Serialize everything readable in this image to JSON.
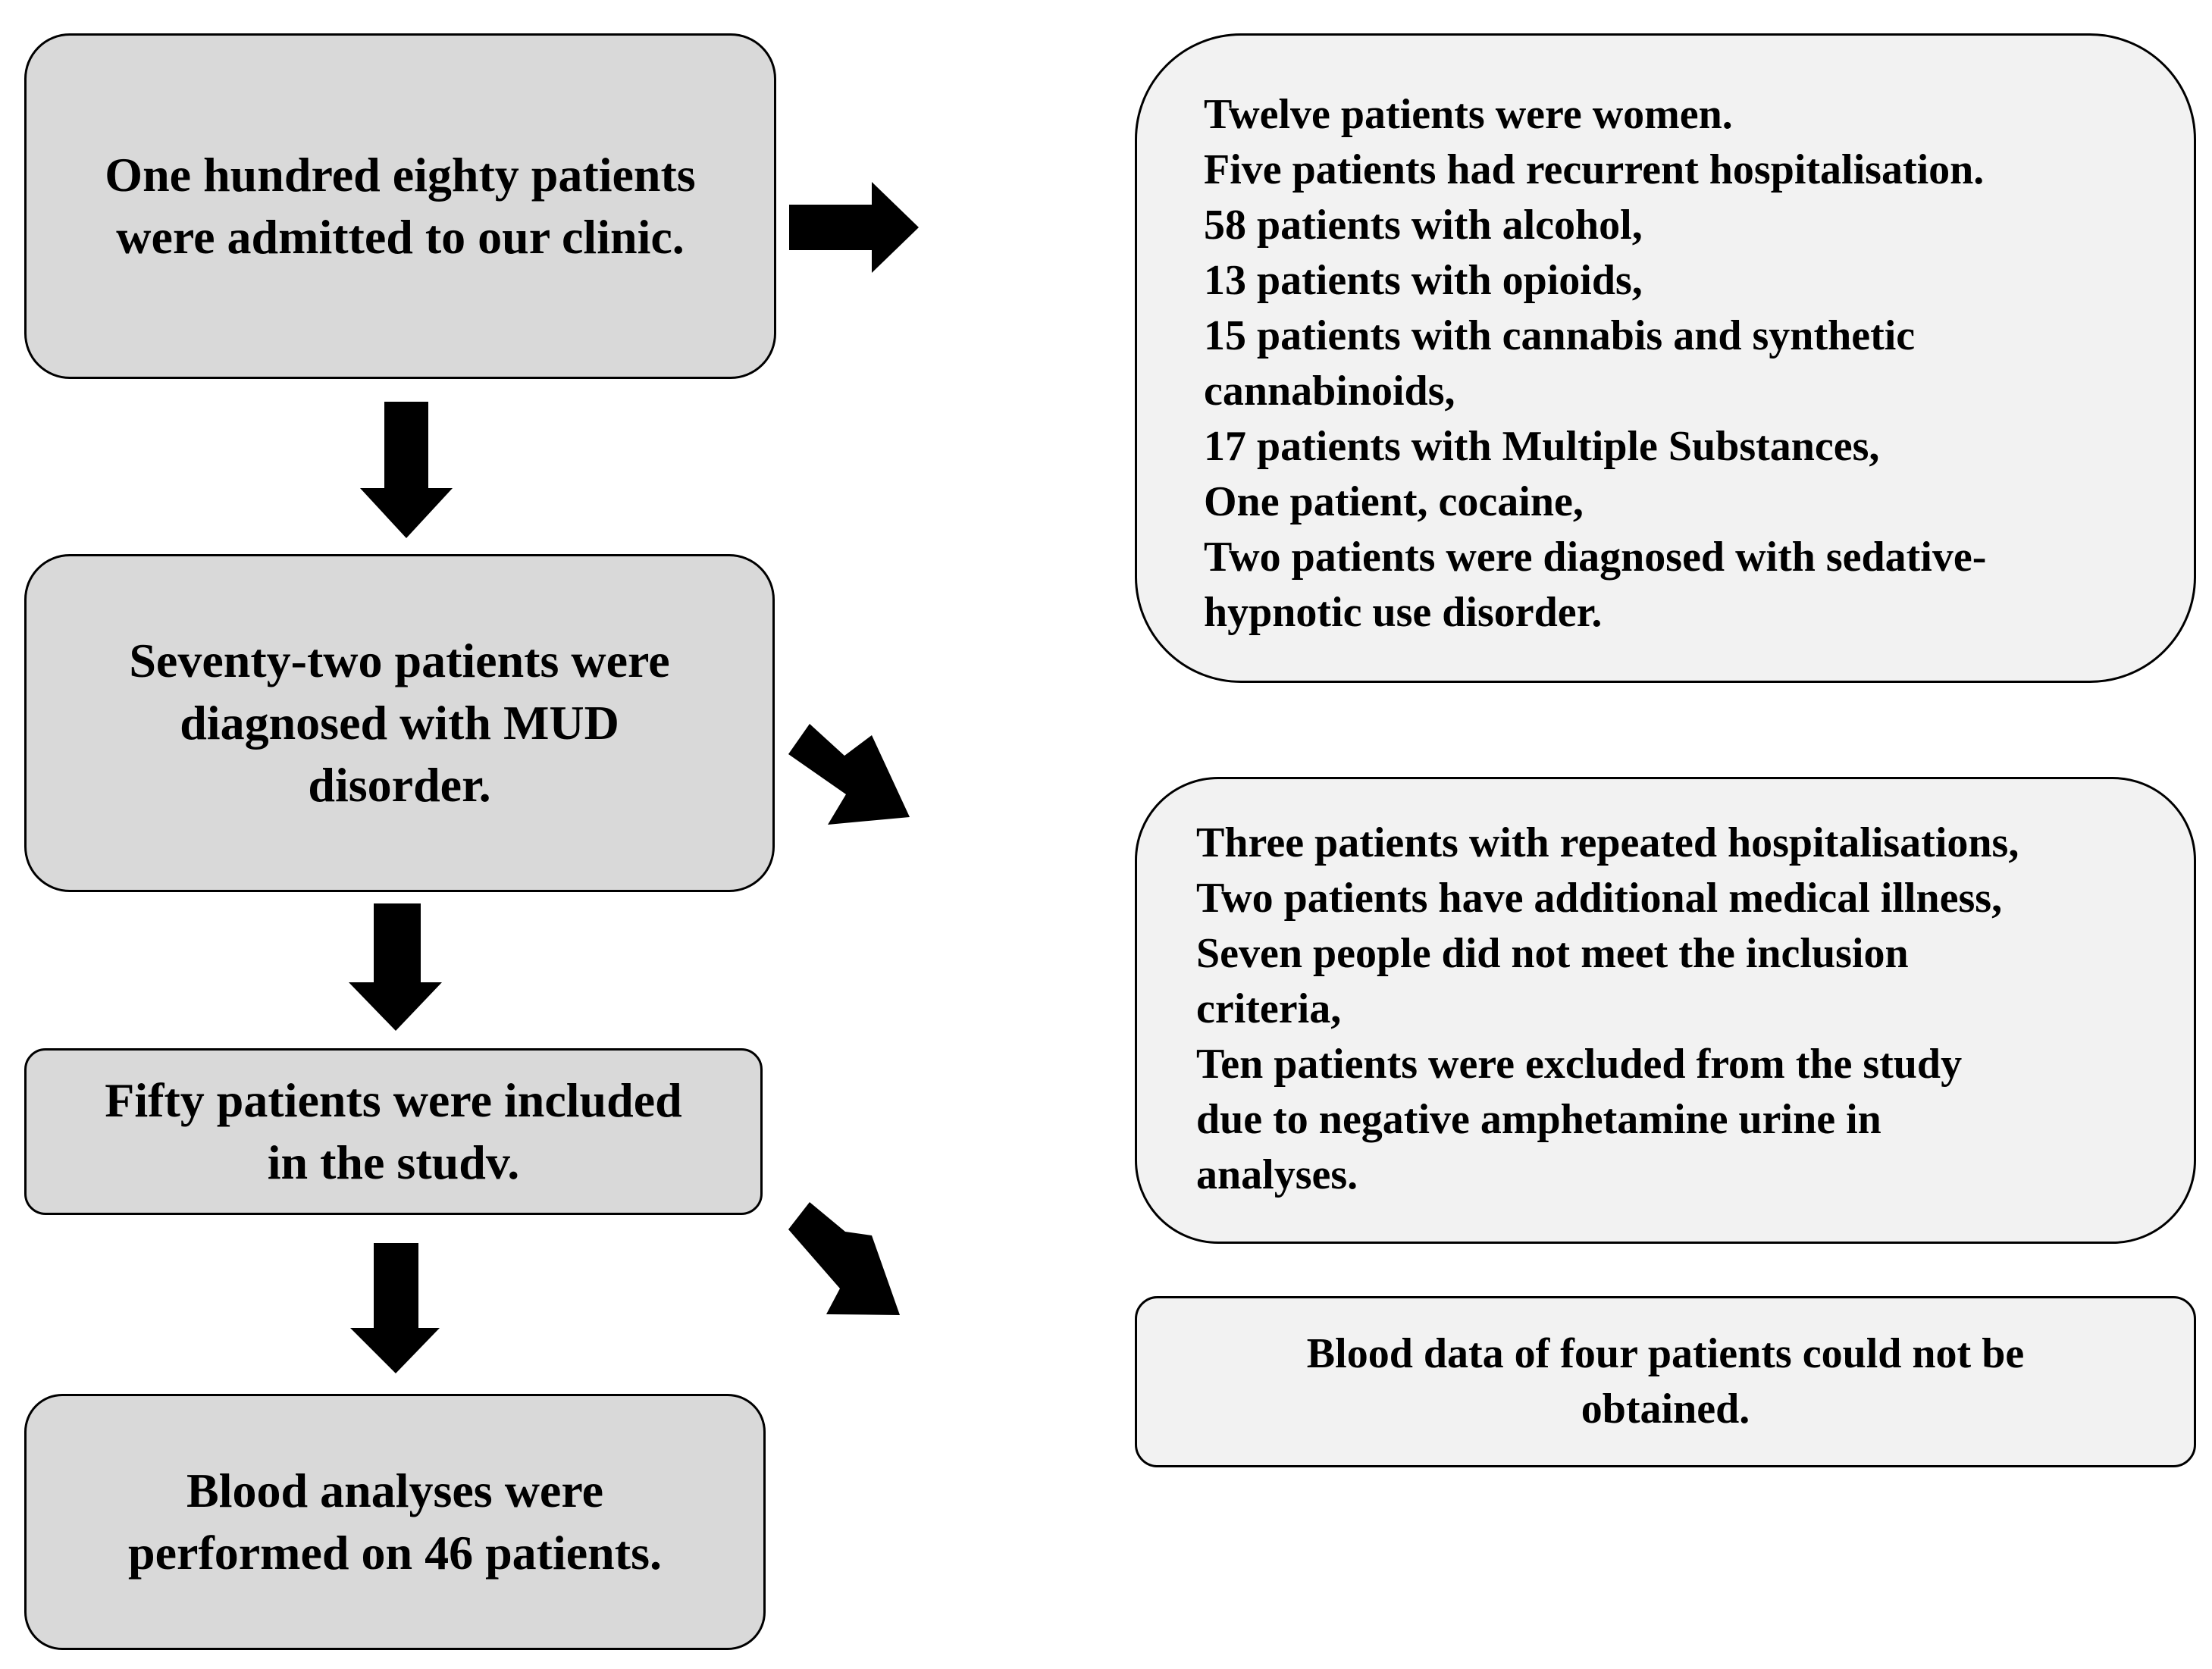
{
  "flow": {
    "step1": [
      "One hundred eighty patients",
      "were admitted to our clinic."
    ],
    "step2": [
      "Seventy-two patients were",
      "diagnosed with MUD",
      "disorder."
    ],
    "step3": [
      "Fifty patients were included",
      "in the studv."
    ],
    "step4": [
      "Blood analyses were",
      "performed on 46 patients."
    ]
  },
  "notes": {
    "note1": [
      "Twelve patients were women.",
      "Five patients had recurrent hospitalisation.",
      "58 patients with alcohol,",
      "13 patients with opioids,",
      "15 patients with cannabis and synthetic",
      "cannabinoids,",
      "17 patients with Multiple Substances,",
      "One patient, cocaine,",
      "Two patients were diagnosed with sedative-",
      "hypnotic use disorder."
    ],
    "note2": [
      "Three patients with repeated hospitalisations,",
      "Two patients have additional medical illness,",
      "Seven people did not meet the inclusion",
      "criteria,",
      "Ten patients were excluded from the study",
      "due to negative amphetamine urine in",
      "analyses."
    ],
    "note3": [
      "Blood data of four patients could not be",
      "obtained."
    ]
  },
  "colors": {
    "flow_box_fill": "#d9d9d9",
    "note_box_fill": "#f2f2f2",
    "arrow": "#000000",
    "border": "#000000"
  },
  "icons": {
    "arrows": [
      "right-arrow-icon",
      "down-arrow-icon",
      "diagonal-arrow-icon"
    ]
  }
}
